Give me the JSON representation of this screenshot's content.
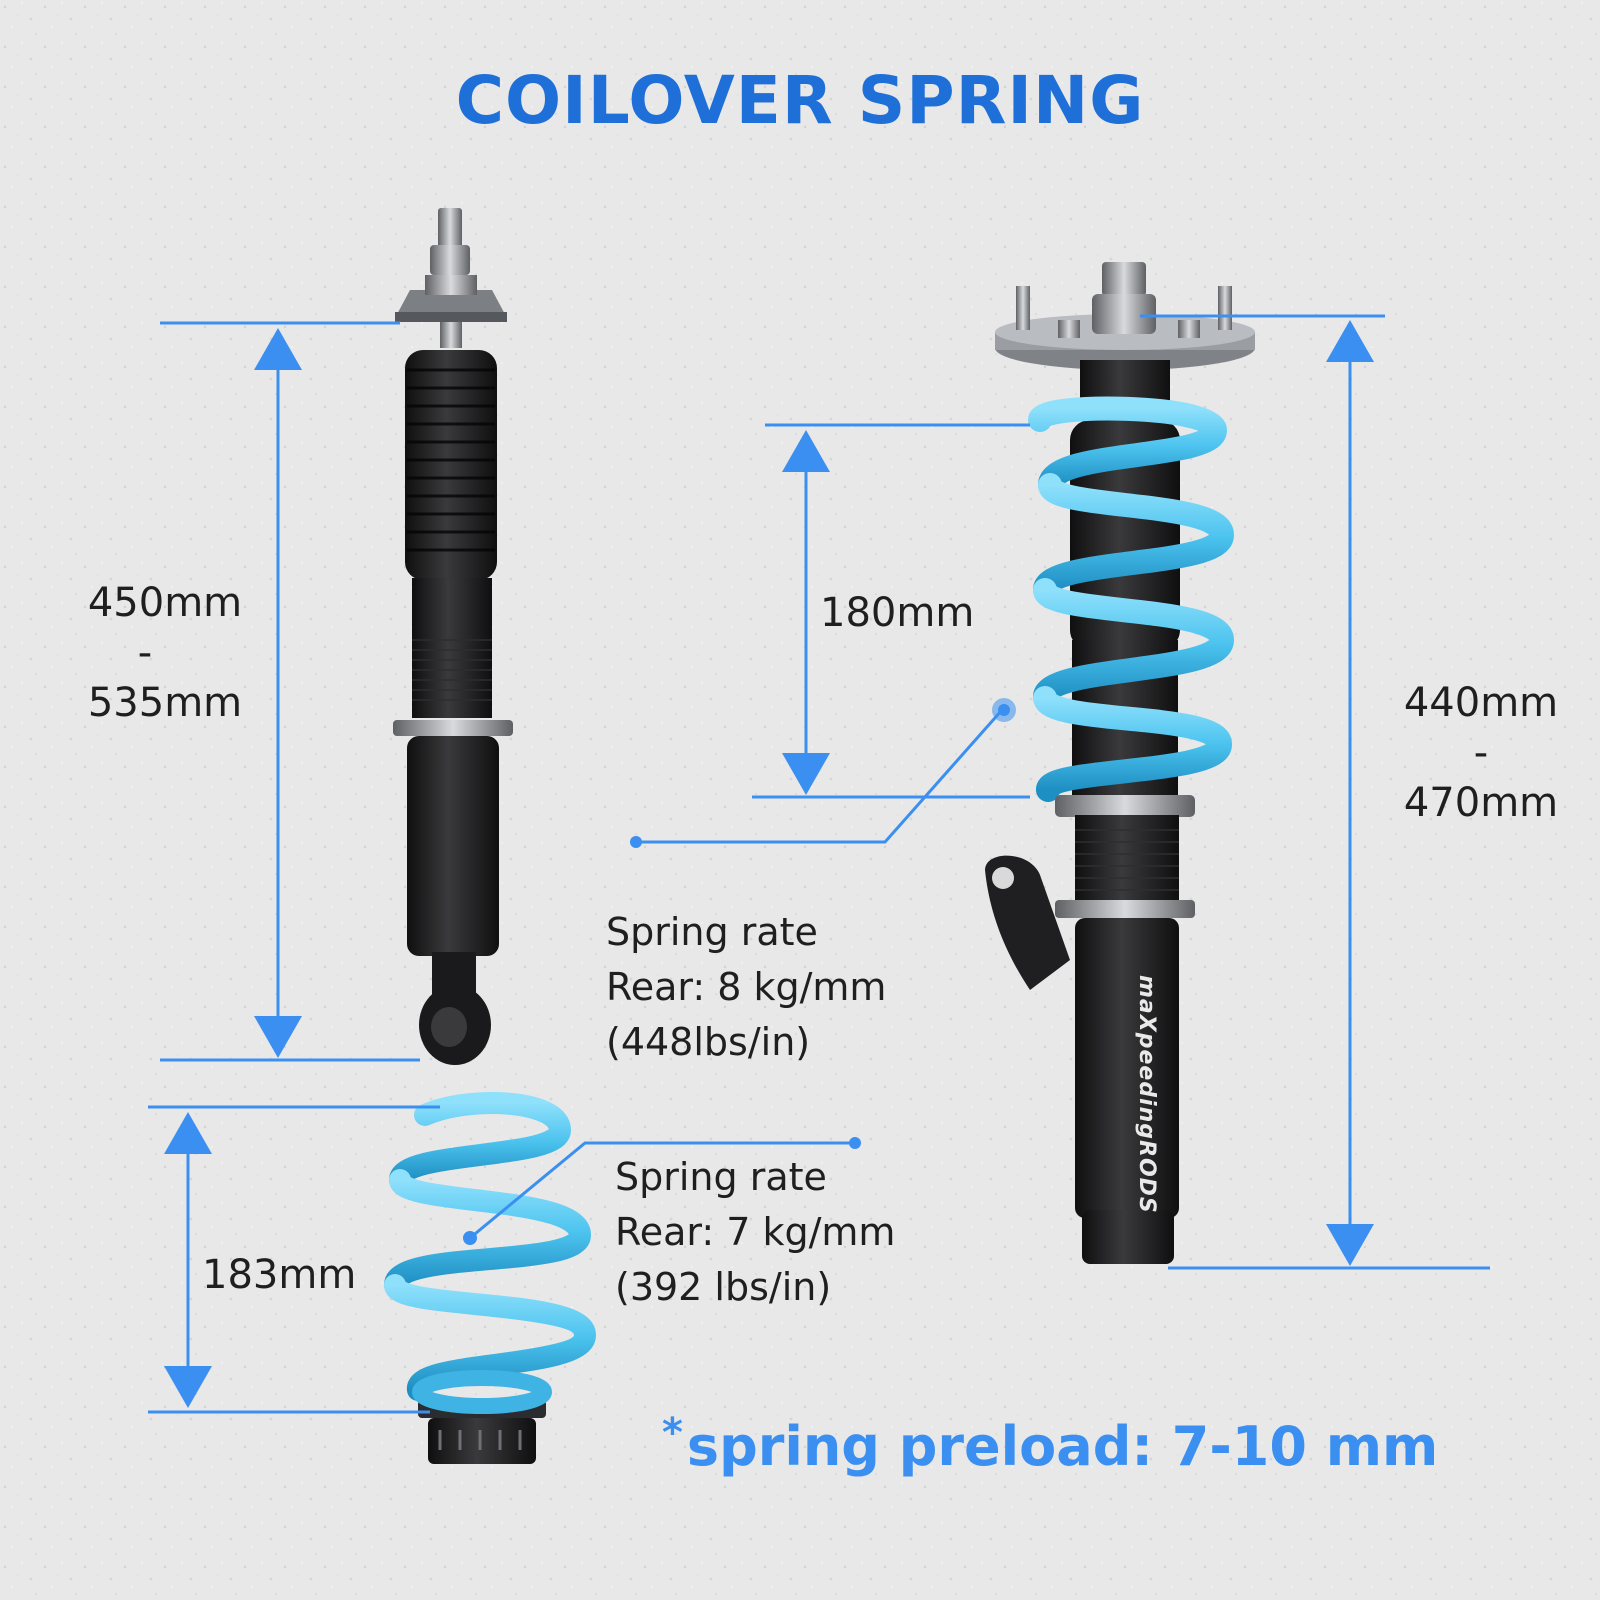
{
  "title": "COILOVER SPRING",
  "colors": {
    "accent": "#3a8ff0",
    "title_blue": "#1f6fd8",
    "spring_blue": "#4cc3ef",
    "body_black": "#1c1c1e",
    "text_dark": "#1f1f1f",
    "background": "#e9e9e9"
  },
  "rear_shock": {
    "length_min": "450mm",
    "separator": "-",
    "length_max": "535mm",
    "spring_rate_title": "Spring rate",
    "spring_rate_value": "Rear: 8 kg/mm",
    "spring_rate_imperial": "(448lbs/in)"
  },
  "rear_spring": {
    "height": "183mm",
    "spring_rate_title": "Spring rate",
    "spring_rate_value": "Rear: 7 kg/mm",
    "spring_rate_imperial": "(392 lbs/in)"
  },
  "front_strut": {
    "spring_length": "180mm",
    "length_min": "440mm",
    "separator": "-",
    "length_max": "470mm",
    "brand_logo_text": "maXpeedingRODS"
  },
  "footnote": {
    "star": "*",
    "text": "spring preload: 7-10 mm"
  }
}
